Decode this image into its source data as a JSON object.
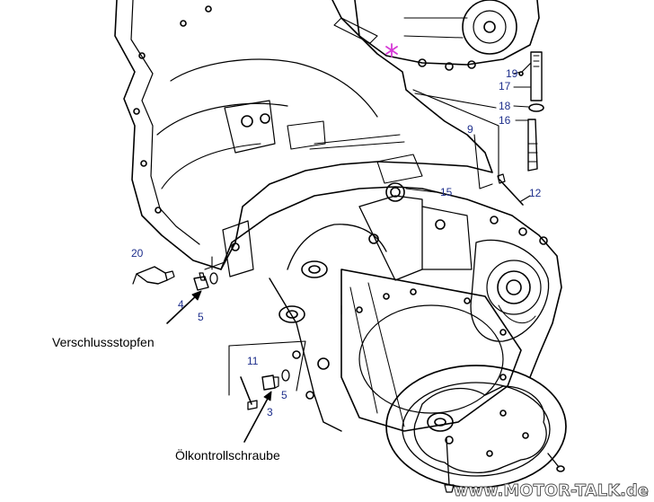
{
  "colors": {
    "line": "#000000",
    "number_label": "#1e2f8c",
    "highlight": "#d63ad6",
    "watermark": "#4a4a4a"
  },
  "part_numbers": {
    "p3": "3",
    "p4": "4",
    "p5a": "5",
    "p5b": "5",
    "p9": "9",
    "p11": "11",
    "p12": "12",
    "p15": "15",
    "p16": "16",
    "p17": "17",
    "p18": "18",
    "p19": "19",
    "p20": "20"
  },
  "callouts": {
    "drain_plug": "Verschlussstopfen",
    "oil_check_screw": "Ölkontrollschraube"
  },
  "watermark": "www.MOTOR-TALK.de",
  "icons": [
    "asterisk-marker-icon",
    "arrow-icon"
  ]
}
